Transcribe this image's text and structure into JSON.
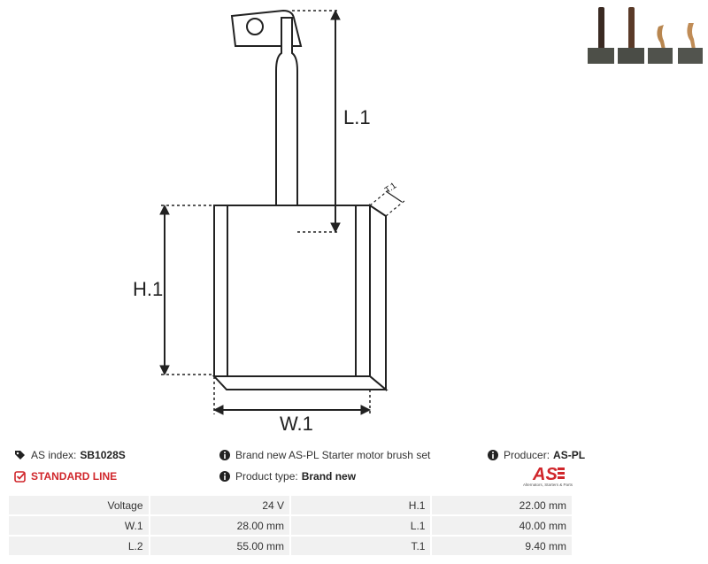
{
  "drawing": {
    "label_l1": "L.1",
    "label_h1": "H.1",
    "label_w1": "W.1",
    "label_t1": "T.1"
  },
  "info": {
    "as_index_label": "AS index:",
    "as_index_value": "SB1028S",
    "description": "Brand new AS-PL Starter motor brush set",
    "producer_label": "Producer:",
    "producer_value": "AS-PL",
    "line": "STANDARD LINE",
    "product_type_label": "Product type:",
    "product_type_value": "Brand new",
    "logo_text": "AS",
    "logo_tagline": "Alternators, Starters & Parts"
  },
  "colors": {
    "accent_red": "#d0262b",
    "cell_bg": "#f1f1f1"
  },
  "specs": [
    {
      "l1": "Voltage",
      "v1": "24 V",
      "l2": "H.1",
      "v2": "22.00 mm"
    },
    {
      "l1": "W.1",
      "v1": "28.00 mm",
      "l2": "L.1",
      "v2": "40.00 mm"
    },
    {
      "l1": "L.2",
      "v1": "55.00 mm",
      "l2": "T.1",
      "v2": "9.40 mm"
    }
  ]
}
